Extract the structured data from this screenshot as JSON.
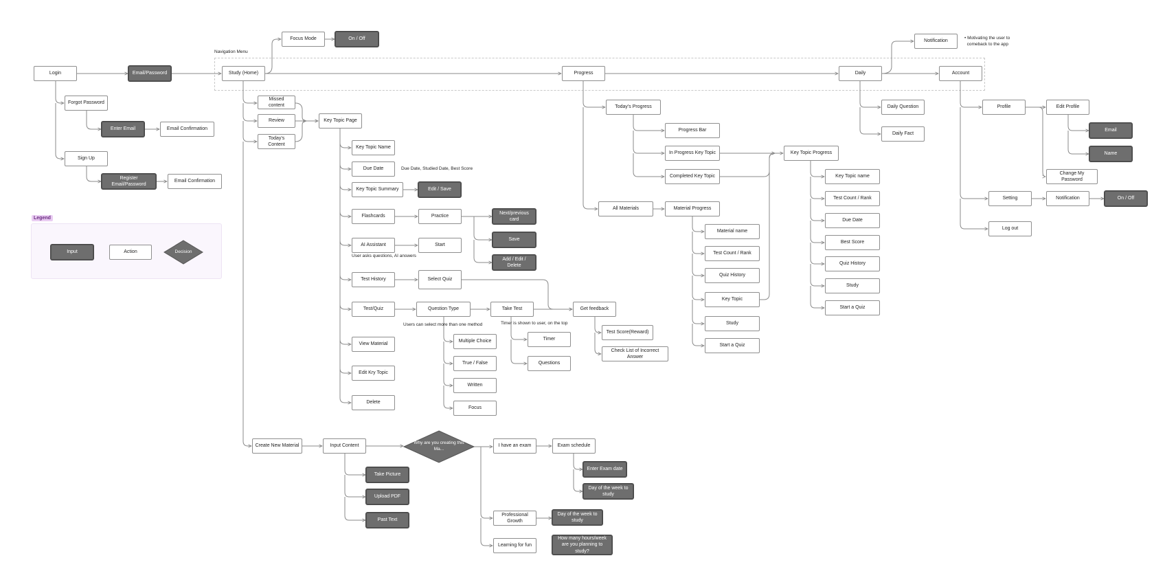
{
  "navigation_menu_label": "Navigation Menu",
  "legend": {
    "title": "Legend",
    "input_label": "Input",
    "action_label": "Action",
    "decision_label": "Decision"
  },
  "nodes": {
    "login": "Login",
    "email_password": "Email/Password",
    "forgot_password": "Forgot Password",
    "enter_email": "Enter Email",
    "email_confirmation_1": "Email Confirmation",
    "sign_up": "Sign Up",
    "register": "Register Email/Password",
    "email_confirmation_2": "Email Confirmation",
    "study_home": "Study (Home)",
    "focus_mode": "Focus Mode",
    "focus_on_off": "On / Off",
    "missed_content": "Missed content",
    "review": "Review",
    "todays_content": "Today's Content",
    "key_topic_page": "Key Topic Page",
    "key_topic_name": "Key Topic Name",
    "due_date": "Due Date",
    "key_topic_summary": "Key Topic Summary",
    "edit_save": "Edit / Save",
    "flashcards": "Flashcards",
    "practice": "Practice",
    "next_previous_card": "Next/previous card",
    "save": "Save",
    "add_edit_delete": "Add / Edit / Delete",
    "ai_assistant": "AI Assistant",
    "start": "Start",
    "test_history": "Test History",
    "select_quiz": "Select Quiz",
    "test_quiz": "Test/Quiz",
    "question_type": "Question Type",
    "take_test": "Take Test",
    "get_feedback": "Get feedback",
    "test_score": "Test Score(Reward)",
    "check_list": "Check List of Incorrect Answer",
    "multiple_choice": "Multiple Choice",
    "true_false": "True / False",
    "written": "Written",
    "focus": "Focus",
    "timer": "Timer",
    "questions": "Questions",
    "view_material": "View Material",
    "edit_key_topic": "Edit Kry Topic",
    "delete": "Delete",
    "create_new_material": "Create New Material",
    "input_content": "Input Content",
    "why_creating": "Why are you creating this Ma...",
    "take_picture": "Take Picture",
    "upload_pdf": "Upload PDF",
    "past_text": "Past Text",
    "i_have_exam": "I have an exam",
    "exam_schedule": "Exam schedule",
    "enter_exam_date": "Enter Exam date",
    "day_of_week_1": "Day of the week to study",
    "professional_growth": "Professional Growth",
    "day_of_week_2": "Day of the week to study",
    "learning_for_fun": "Learning for fun",
    "hours_per_week": "How many hours/week are you planning to study?",
    "progress": "Progress",
    "todays_progress": "Today's Progress",
    "progress_bar": "Progress Bar",
    "in_progress_key_topic": "In Progress Key Topic",
    "completed_key_topic": "Completed Key Topic",
    "key_topic_progress": "Key Topic Progress",
    "ktp_key_topic_name": "Key Topic name",
    "ktp_test_count": "Test Count / Rank",
    "ktp_due_date": "Due Date",
    "ktp_best_score": "Best Score",
    "ktp_quiz_history": "Quiz History",
    "ktp_study": "Study",
    "ktp_start_quiz": "Start a Quiz",
    "all_materials": "All Materials",
    "material_progress": "Material Progress",
    "mp_material_name": "Material name",
    "mp_test_count": "Test Count / Rank",
    "mp_quiz_history": "Quiz History",
    "mp_key_topic": "Key Topic",
    "mp_study": "Study",
    "mp_start_quiz": "Start a Quiz",
    "daily": "Daily",
    "notification_top": "Notification",
    "daily_question": "Daily Question",
    "daily_fact": "Daily Fact",
    "account": "Account",
    "profile": "Profile",
    "edit_profile": "Edit Profile",
    "email": "Email",
    "name": "Name",
    "change_password": "Change My Password",
    "setting": "Setting",
    "notification_setting": "Notification",
    "notification_on_off": "On / Off",
    "log_out": "Log out"
  },
  "notes": {
    "due_date_note": "Due Date, Studied Date, Best Score",
    "ai_note": "User asks questions, AI answers",
    "question_type_note": "Users can select more than one method",
    "timer_note": "Timer is shown to user, on the top",
    "notification_note_line1": "Motivating the user to",
    "notification_note_line2": "comeback to the app"
  }
}
